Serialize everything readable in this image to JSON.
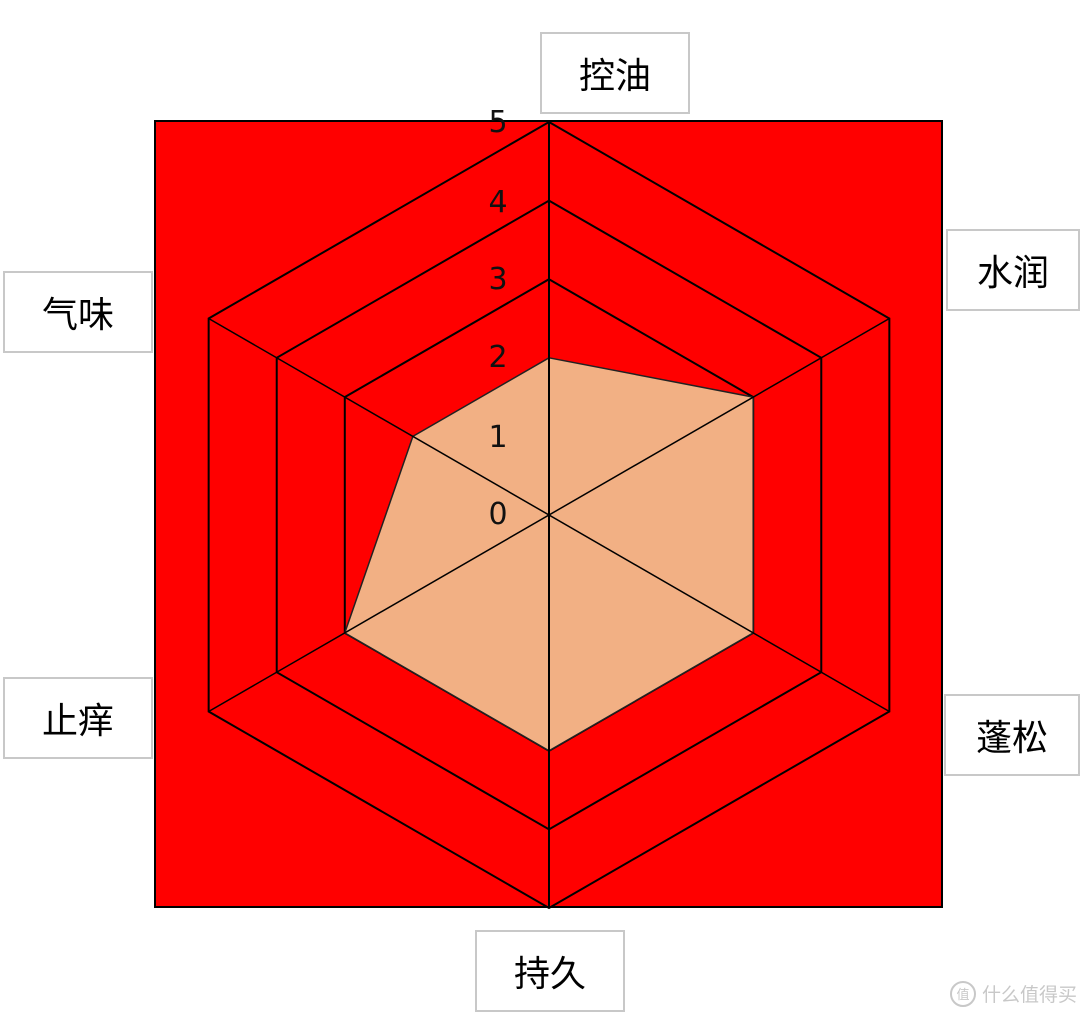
{
  "chart_data": {
    "type": "radar",
    "title": "",
    "axes": [
      "控油",
      "水润",
      "蓬松",
      "持久",
      "止痒",
      "气味"
    ],
    "values": [
      2,
      3,
      3,
      3,
      3,
      2
    ],
    "rlim": [
      0,
      5
    ],
    "ticks": [
      "0",
      "1",
      "2",
      "3",
      "4",
      "5"
    ],
    "grid_rings": [
      3,
      4,
      5
    ],
    "colors": {
      "background": "#ff0000",
      "fill": "#f2b084",
      "grid": "#000000",
      "label_border": "#c8c8c8"
    }
  },
  "watermark": {
    "icon_text": "值",
    "text": "什么值得买"
  }
}
